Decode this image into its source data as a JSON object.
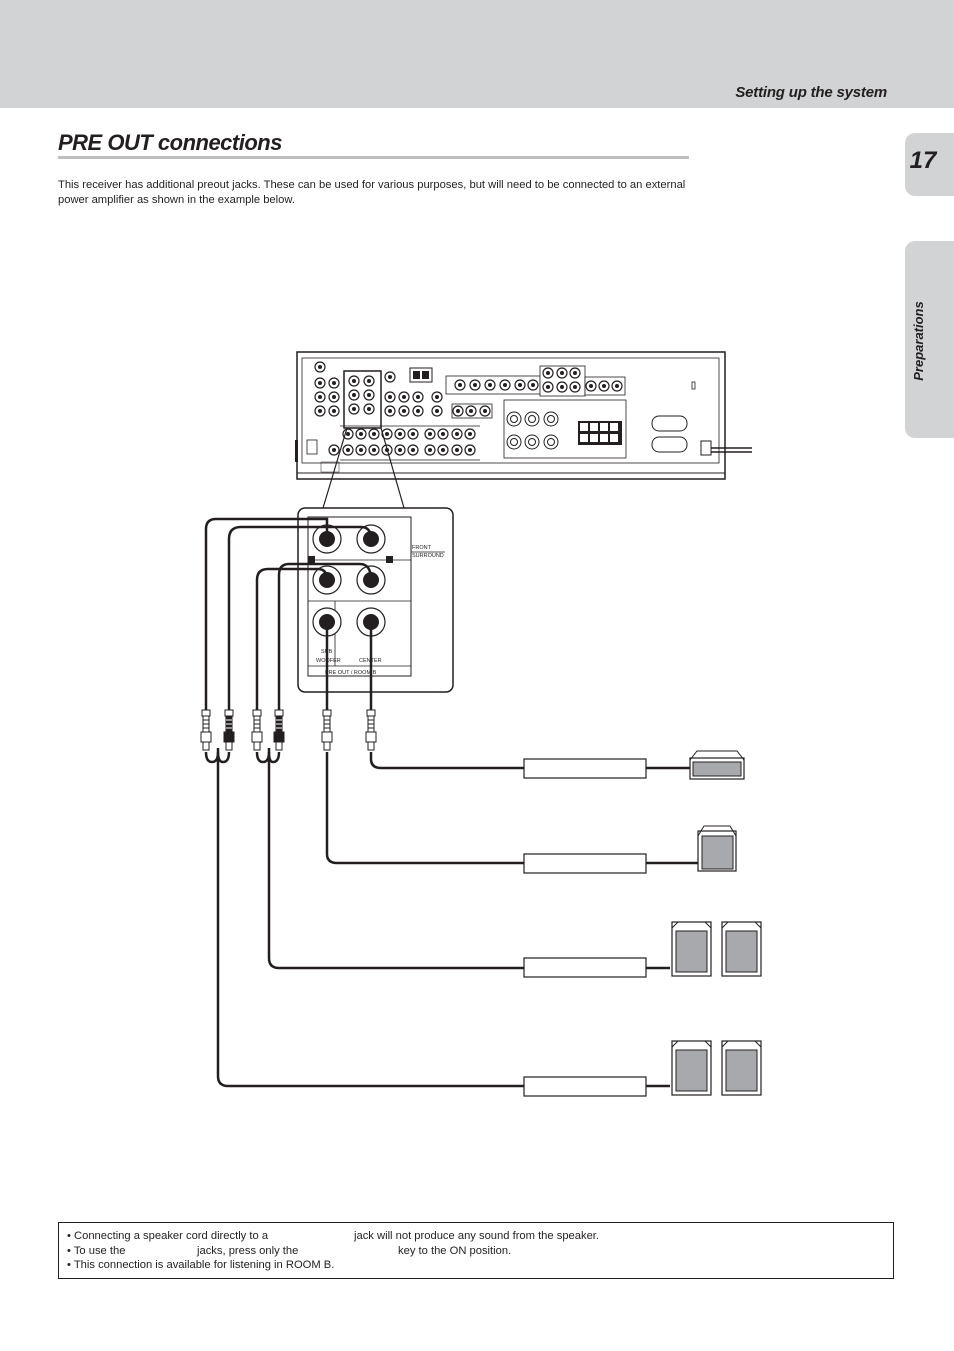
{
  "header": {
    "section_title": "Setting up the system",
    "page_number": "17",
    "side_tab_label": "Preparations"
  },
  "main": {
    "title": "PRE OUT connections",
    "intro": "This receiver has additional preout jacks. These can be used for various purposes, but will need to be connected to an external power amplifier as shown in the example below."
  },
  "diagram": {
    "label_front": "FRONT",
    "label_surround": "SURROUND",
    "label_sub": "SUB",
    "label_woofer": "WOOFER",
    "label_center": "CENTER",
    "label_pre_out": "PRE OUT / ROOM B"
  },
  "notes": [
    {
      "a": "• Connecting a speaker cord directly to a",
      "b": "jack will not produce any sound from the speaker."
    },
    {
      "a": "• To use the",
      "b": "jacks, press only the",
      "c": "key to the ON position."
    },
    {
      "a": "• This connection is available for listening in ROOM B."
    }
  ]
}
